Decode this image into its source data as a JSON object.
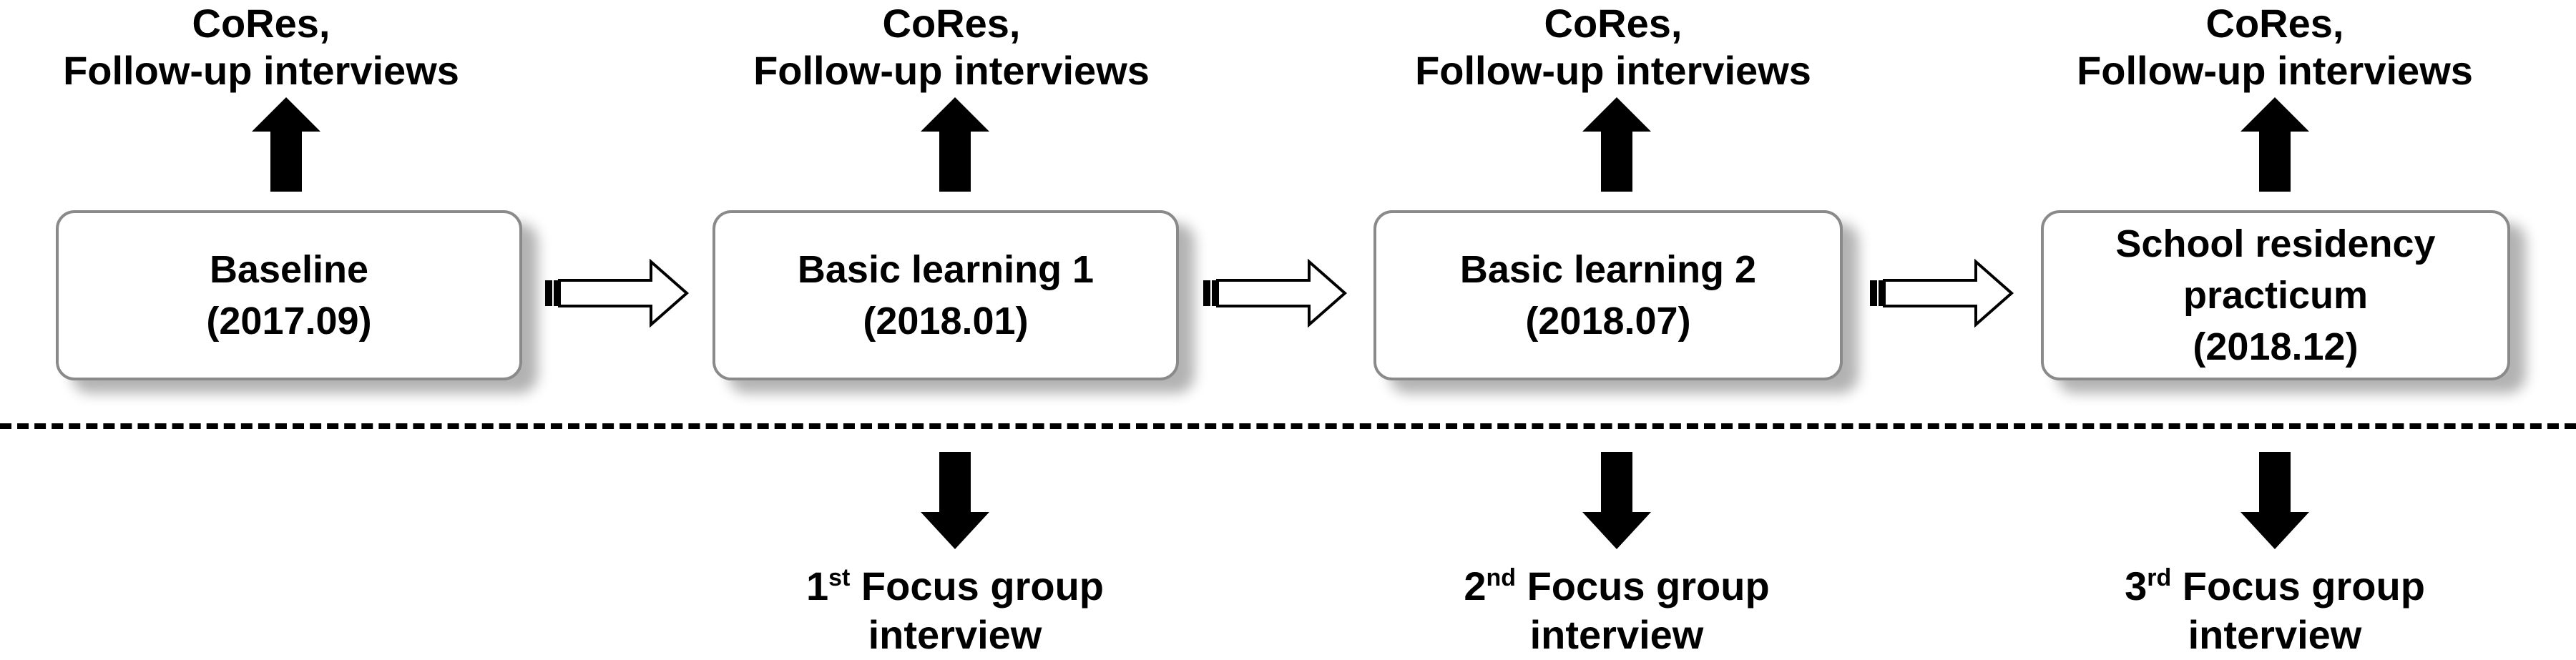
{
  "stages": [
    {
      "top_label_line1": "CoRes,",
      "top_label_line2": "Follow-up interviews",
      "lines": [
        "Baseline",
        "(2017.09)"
      ]
    },
    {
      "top_label_line1": "CoRes,",
      "top_label_line2": "Follow-up interviews",
      "lines": [
        "Basic learning 1",
        "(2018.01)"
      ]
    },
    {
      "top_label_line1": "CoRes,",
      "top_label_line2": "Follow-up interviews",
      "lines": [
        "Basic learning 2",
        "(2018.07)"
      ]
    },
    {
      "top_label_line1": "CoRes,",
      "top_label_line2": "Follow-up interviews",
      "lines": [
        "School residency",
        "practicum",
        "(2018.12)"
      ]
    }
  ],
  "focus_groups": [
    {
      "number": "1",
      "suffix": "st",
      "text": " Focus group",
      "line2": "interview"
    },
    {
      "number": "2",
      "suffix": "nd",
      "text": " Focus group",
      "line2": "interview"
    },
    {
      "number": "3",
      "suffix": "rd",
      "text": " Focus group",
      "line2": "interview"
    }
  ],
  "colors": {
    "arrow_fill": "#000000",
    "box_border": "#8a8a8a",
    "background": "#ffffff"
  }
}
